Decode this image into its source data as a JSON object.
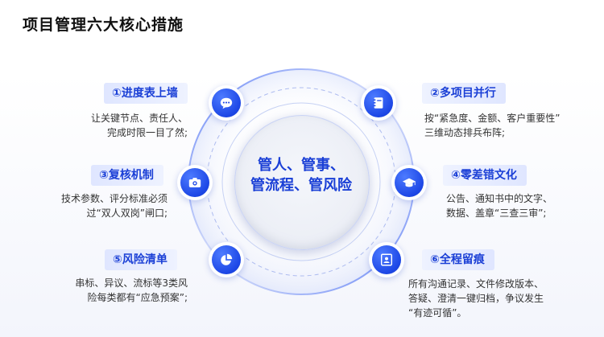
{
  "title": "项目管理六大核心措施",
  "center": {
    "line1": "管人、管事、",
    "line2": "管流程、管风险"
  },
  "items": [
    {
      "label": "①进度表上墙",
      "desc": [
        "让关键节点、责任人、",
        "完成时限一目了然;"
      ],
      "icon": "chat-icon"
    },
    {
      "label": "②多项目并行",
      "desc": [
        "按“紧急度、金额、客户重要性”",
        "三维动态排兵布阵;"
      ],
      "icon": "notebook-icon"
    },
    {
      "label": "③复核机制",
      "desc": [
        "技术参数、评分标准必须",
        "过“双人双岗”闸口;"
      ],
      "icon": "camera-icon"
    },
    {
      "label": "④零差错文化",
      "desc": [
        "公告、通知书中的文字、",
        "数据、盖章“三查三审”;"
      ],
      "icon": "graduation-cap-icon"
    },
    {
      "label": "⑤风险清单",
      "desc": [
        "串标、异议、流标等3类风",
        "险每类都有“应急预案”;"
      ],
      "icon": "pie-chart-icon"
    },
    {
      "label": "⑥全程留痕",
      "desc": [
        "所有沟通记录、文件修改版本、",
        "答疑、澄清一键归档，争议发生",
        "“有迹可循”。"
      ],
      "icon": "id-card-icon"
    }
  ],
  "colors": {
    "accent": "#1a3fd6",
    "icon_bg": "#1d47e6",
    "tag_bg": "#e3e9ff"
  }
}
